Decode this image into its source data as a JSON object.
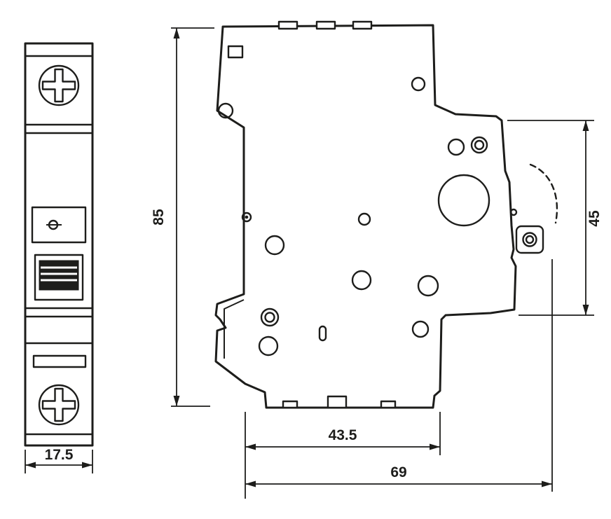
{
  "drawing": {
    "background": "#ffffff",
    "line_color": "#1d1d1b",
    "front_view": {
      "name": "front-view",
      "features": [
        "phillips-screw-top",
        "label-window",
        "toggle-handle",
        "phillips-screw-bottom"
      ]
    },
    "side_view": {
      "name": "side-view",
      "features": [
        "vent-slots",
        "rivet-holes",
        "magnet-coil-circle",
        "toggle-pivot",
        "toggle-travel-arc",
        "din-rail-clip"
      ]
    },
    "dimensions": {
      "overall_height": "85",
      "front_width": "17.5",
      "right_step_height": "45",
      "body_depth": "43.5",
      "overall_depth": "69"
    }
  }
}
